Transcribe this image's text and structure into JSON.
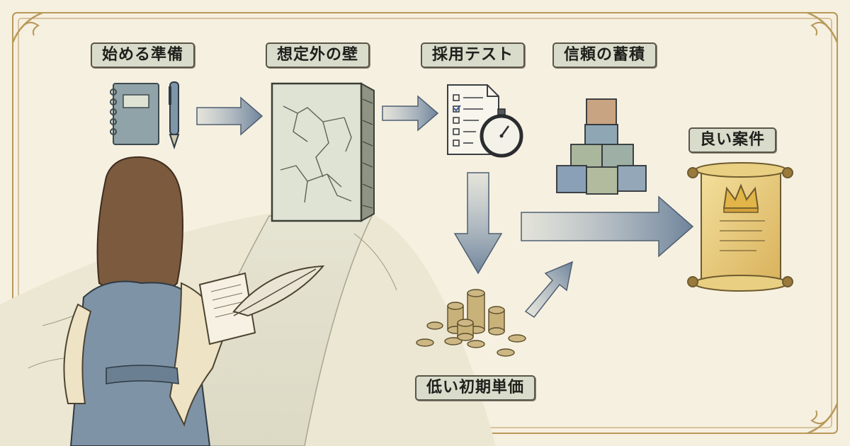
{
  "labels": {
    "preparation": "始める準備",
    "wall": "想定外の壁",
    "test": "採用テスト",
    "trust": "信頼の蓄積",
    "good_job": "良い案件",
    "low_price": "低い初期単価"
  },
  "icons": [
    "notebook-icon",
    "pen-icon",
    "wall-icon",
    "checklist-icon",
    "stopwatch-icon",
    "blocks-icon",
    "scroll-icon",
    "crown-icon",
    "coins-icon",
    "woman-figure",
    "quill-icon"
  ],
  "colors": {
    "background": "#f6f0e0",
    "label_bg": "#d9dccb",
    "arrow": "#7d8fa3",
    "gold": "#d9b25c",
    "border": "#b8995a"
  }
}
